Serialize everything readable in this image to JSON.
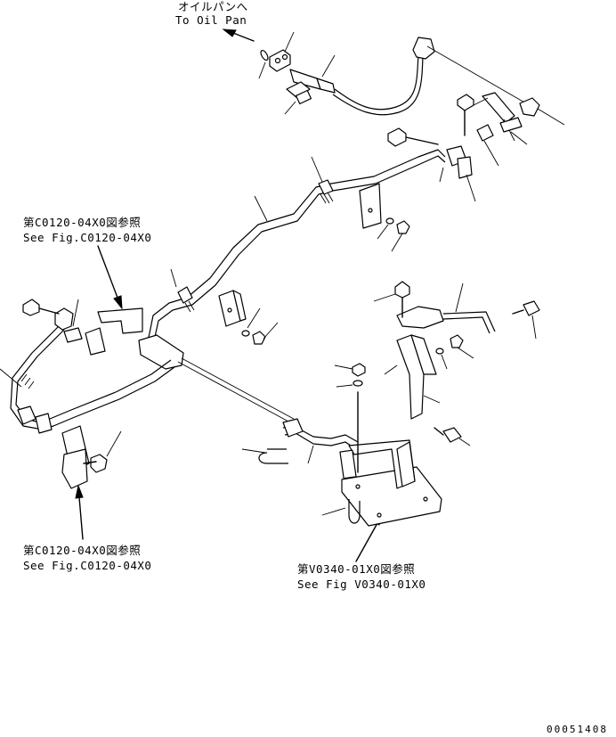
{
  "annotations": {
    "oil_pan_jp": "オイルパンへ",
    "oil_pan_en": "To Oil Pan",
    "ref_upper_jp": "第C0120-04X0図参照",
    "ref_upper_en": "See Fig.C0120-04X0",
    "ref_lower_jp": "第C0120-04X0図参照",
    "ref_lower_en": "See Fig.C0120-04X0",
    "ref_right_jp": "第V0340-01X0図参照",
    "ref_right_en": "See Fig V0340-01X0"
  },
  "drawing_number": "00051408"
}
